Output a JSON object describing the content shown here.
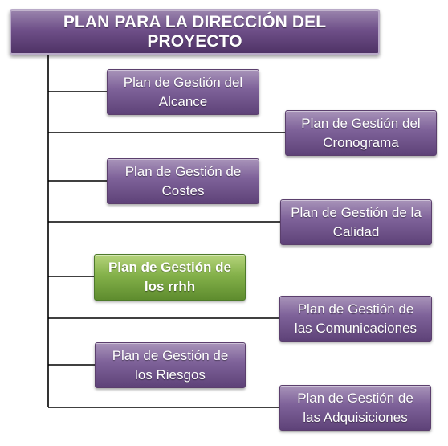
{
  "root": {
    "label": "PLAN PARA LA DIRECCIÓN DEL PROYECTO"
  },
  "nodes": [
    {
      "line1": "Plan de Gestión del",
      "line2": "Alcance"
    },
    {
      "line1": "Plan de Gestión del",
      "line2": "Cronograma"
    },
    {
      "line1": "Plan de Gestión de",
      "line2": "Costes"
    },
    {
      "line1": "Plan de Gestión de la",
      "line2": "Calidad"
    },
    {
      "line1": "Plan de Gestión de",
      "line2": "los rrhh"
    },
    {
      "line1": "Plan de Gestión de",
      "line2": "las Comunicaciones"
    },
    {
      "line1": "Plan de Gestión de",
      "line2": "los Riesgos"
    },
    {
      "line1": "Plan de Gestión de",
      "line2": "las Adquisiciones"
    }
  ],
  "colors": {
    "node": "#7a5c96",
    "active_node": "#7eaa45",
    "connector": "#000000"
  },
  "active_node": "los rrhh"
}
